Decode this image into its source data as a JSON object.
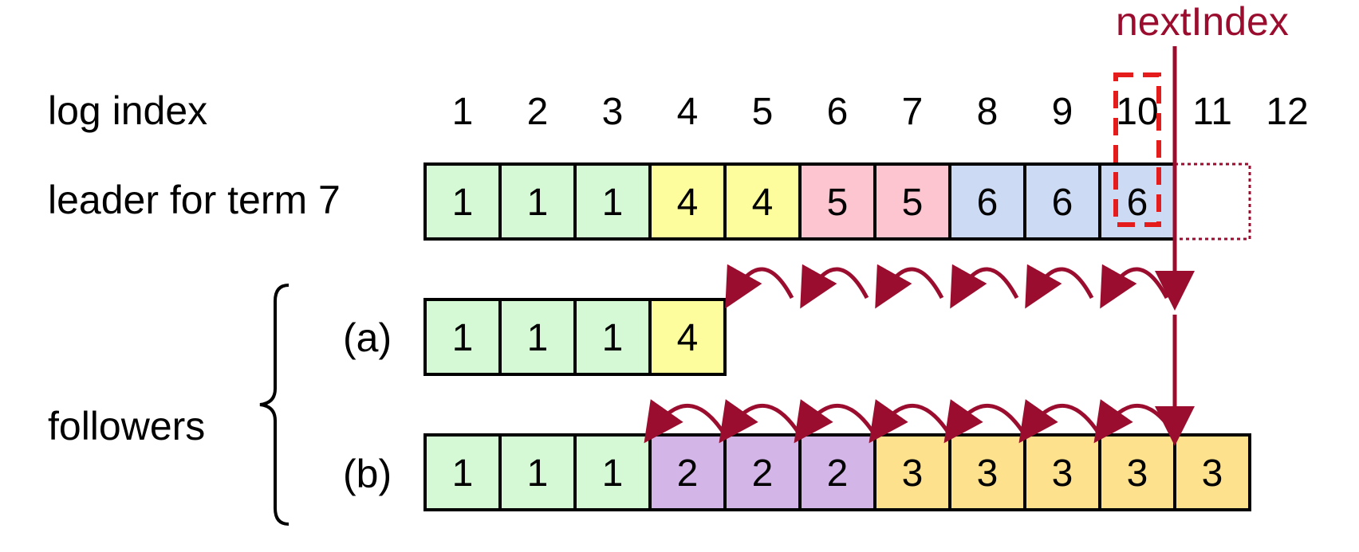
{
  "labels": {
    "log_index": "log index",
    "leader": "leader for term 7",
    "followers": "followers",
    "follower_a": "(a)",
    "follower_b": "(b)",
    "next_index": "nextIndex"
  },
  "index_numbers": [
    "1",
    "2",
    "3",
    "4",
    "5",
    "6",
    "7",
    "8",
    "9",
    "10",
    "11",
    "12"
  ],
  "leader_log": [
    "1",
    "1",
    "1",
    "4",
    "4",
    "5",
    "5",
    "6",
    "6",
    "6"
  ],
  "follower_a_log": [
    "1",
    "1",
    "1",
    "4"
  ],
  "follower_b_log": [
    "1",
    "1",
    "1",
    "2",
    "2",
    "2",
    "3",
    "3",
    "3",
    "3",
    "3"
  ],
  "next_index": {
    "leader_slot": 11,
    "leader_highlight_slot": 10,
    "follower_slot": 11
  },
  "term_colors": {
    "1": "#d5f9d5",
    "2": "#d3b5e8",
    "3": "#fee18c",
    "4": "#fdfd9e",
    "5": "#fcc5cf",
    "6": "#cddaf3"
  },
  "accent_color": "#9b0d2e",
  "highlight_color": "#e51c1c"
}
